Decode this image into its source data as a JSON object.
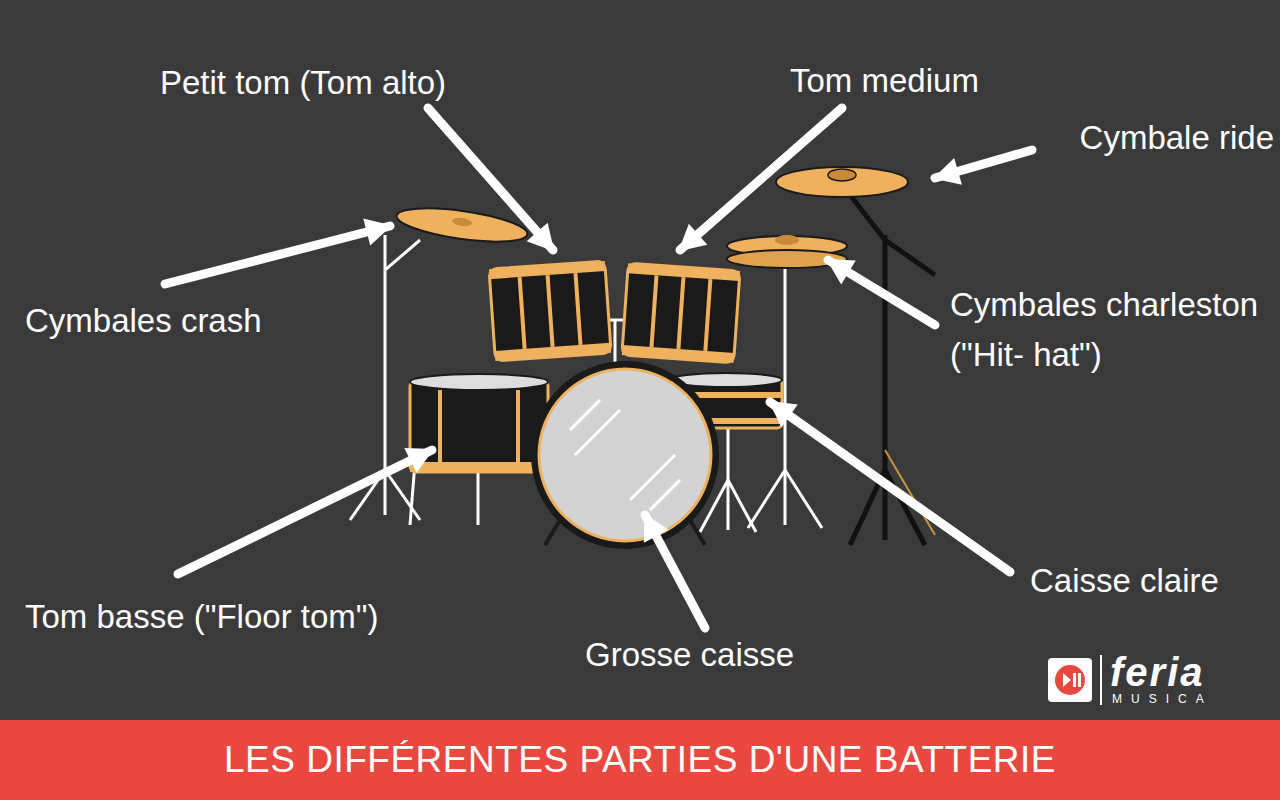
{
  "diagram": {
    "title": "LES DIFFÉRENTES PARTIES D'UNE BATTERIE",
    "labels": [
      "Petit tom (Tom alto)",
      "Tom medium",
      "Cymbale ride",
      "Cymbales crash",
      "Cymbales charleston (\"Hit- hat\")",
      "Caisse claire",
      "Tom basse (\"Floor tom\")",
      "Grosse caisse",
      "feria",
      "MUSICA"
    ]
  }
}
